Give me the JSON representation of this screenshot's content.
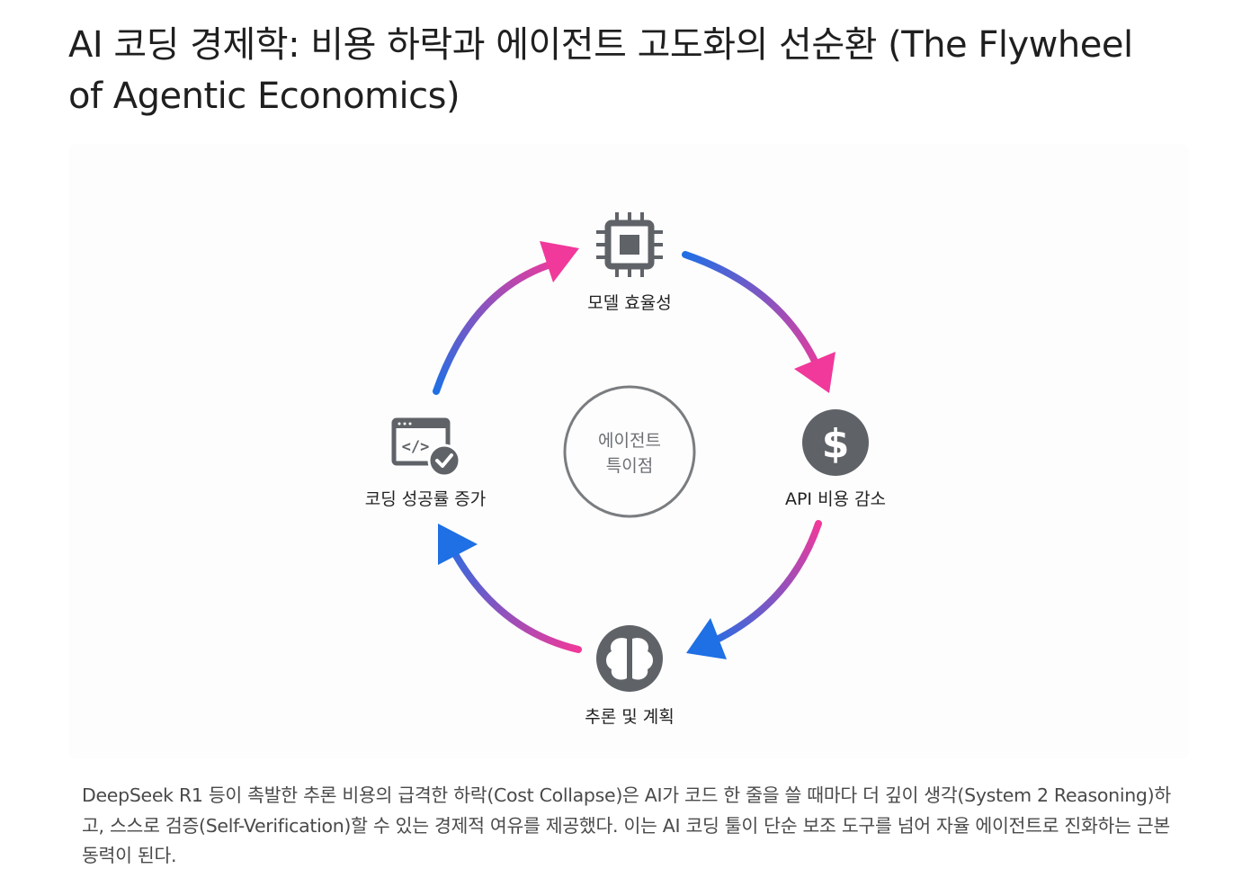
{
  "title": "AI 코딩 경제학: 비용 하락과 에이전트 고도화의 선순환 (The Flywheel of Agentic Economics)",
  "diagram": {
    "center": {
      "line1": "에이전트",
      "line2": "특이점"
    },
    "nodes": [
      {
        "label": "모델 효율성",
        "icon": "chip-icon"
      },
      {
        "label": "API 비용 감소",
        "icon": "dollar-icon"
      },
      {
        "label": "추론 및 계획",
        "icon": "brain-icon"
      },
      {
        "label": "코딩 성공률 증가",
        "icon": "code-window-check-icon"
      }
    ],
    "colors": {
      "blue": "#1f6fe5",
      "pink": "#f0399a",
      "icon_gray": "#5f6368",
      "ring": "#7a7d80"
    }
  },
  "caption": "DeepSeek R1 등이 촉발한 추론 비용의 급격한 하락(Cost Collapse)은 AI가 코드 한 줄을 쓸 때마다 더 깊이 생각(System 2 Reasoning)하고, 스스로 검증(Self-Verification)할 수 있는 경제적 여유를 제공했다. 이는 AI 코딩 툴이 단순 보조 도구를 넘어 자율 에이전트로 진화하는 근본 동력이 된다."
}
